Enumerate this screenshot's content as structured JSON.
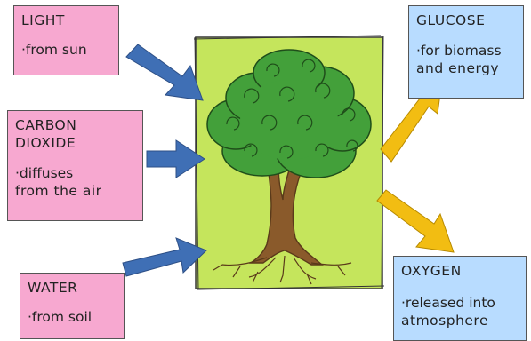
{
  "inputs": {
    "light": {
      "title": "LIGHT",
      "detail": "·from sun"
    },
    "carbon_dioxide": {
      "title": "CARBON DIOXIDE",
      "title_line1": "CARBON",
      "title_line2": "DIOXIDE",
      "detail_line1": "·diffuses",
      "detail_line2": "from the air"
    },
    "water": {
      "title": "WATER",
      "detail": "·from soil"
    }
  },
  "outputs": {
    "glucose": {
      "title": "GLUCOSE",
      "detail_line1": "·for biomass",
      "detail_line2": "and energy"
    },
    "oxygen": {
      "title": "OXYGEN",
      "detail_line1": "·released into",
      "detail_line2": "atmosphere"
    }
  },
  "colors": {
    "input_box": "#f7a8d0",
    "output_box": "#b8dcff",
    "input_arrow": "#3f6fb5",
    "output_arrow": "#f2bd12",
    "panel": "#c5e55c",
    "foliage": "#43a03a",
    "trunk": "#8a5a2b"
  }
}
